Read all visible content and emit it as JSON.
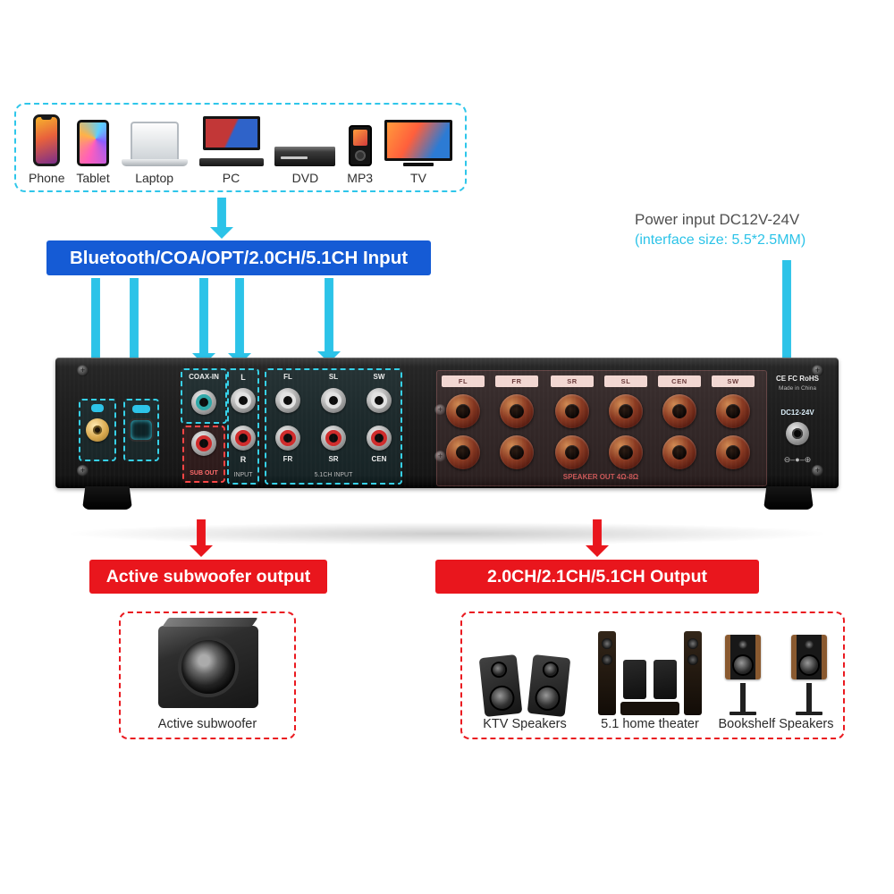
{
  "colors": {
    "accent_cyan": "#2cc3e8",
    "banner_blue": "#155bd5",
    "banner_red": "#e9161d"
  },
  "sources": {
    "items": [
      {
        "label": "Phone"
      },
      {
        "label": "Tablet"
      },
      {
        "label": "Laptop"
      },
      {
        "label": "PC"
      },
      {
        "label": "DVD"
      },
      {
        "label": "MP3"
      },
      {
        "label": "TV"
      }
    ]
  },
  "input_banner": {
    "label": "Bluetooth/COA/OPT/2.0CH/5.1CH Input"
  },
  "power": {
    "title": "Power input DC12V-24V",
    "subtitle": "(interface size: 5.5*2.5MM)"
  },
  "rear_panel": {
    "coax_label": "COAX-IN",
    "sub_out_label": "SUB OUT",
    "left_label": "L",
    "right_label": "R",
    "input_label": "INPUT",
    "ch51_top": [
      "FL",
      "SL",
      "SW"
    ],
    "ch51_bottom": [
      "FR",
      "SR",
      "CEN"
    ],
    "ch51_section_label": "5.1CH INPUT",
    "speaker_cols": [
      "FL",
      "FR",
      "SR",
      "SL",
      "CEN",
      "SW"
    ],
    "speaker_out_label": "SPEAKER OUT 4Ω-8Ω",
    "cert_label": "CE FC RoHS",
    "made_in_label": "Made in China",
    "dc_label": "DC12-24V",
    "polarity_label": "⊖–●–⊕"
  },
  "subwoofer_banner": {
    "label": "Active subwoofer output"
  },
  "output_banner": {
    "label": "2.0CH/2.1CH/5.1CH Output"
  },
  "subwoofer_caption": "Active subwoofer",
  "output_captions": [
    "KTV Speakers",
    "5.1 home theater",
    "Bookshelf Speakers"
  ]
}
